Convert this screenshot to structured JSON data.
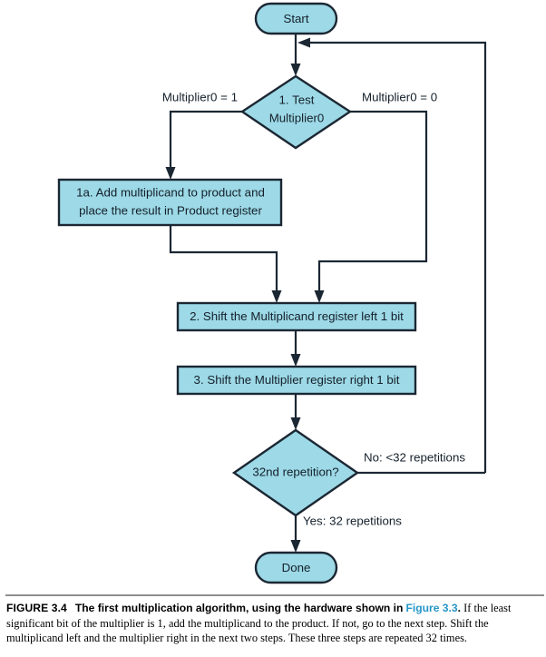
{
  "figure": {
    "id": "FIGURE 3.4",
    "headline": "The first multiplication algorithm, using the hardware shown in",
    "reference": "Figure 3.3",
    "reference_color": "#2596c8",
    "body": "If the least significant bit of the multiplier is 1, add the multiplicand to the product. If not, go to the next step. Shift the multiplicand left and the multiplier right in the next two steps. These three steps are repeated 32 times.",
    "period_after_reference": "."
  },
  "diagram": {
    "type": "flowchart",
    "fill_color": "#9dd9e6",
    "stroke_color": "#1b2733",
    "nodes": [
      {
        "key": "start",
        "shape": "terminator",
        "label": "Start"
      },
      {
        "key": "test",
        "shape": "decision",
        "label_line1": "1.  Test",
        "label_line2": "Multiplier0"
      },
      {
        "key": "add",
        "shape": "process",
        "label_line1": "1a.  Add multiplicand to product and",
        "label_line2": "place the result in Product register"
      },
      {
        "key": "shift_multiplicand",
        "shape": "process",
        "label": "2.  Shift the Multiplicand register left 1 bit"
      },
      {
        "key": "shift_multiplier",
        "shape": "process",
        "label": "3.  Shift the Multiplier register right 1 bit"
      },
      {
        "key": "repetition",
        "shape": "decision",
        "label": "32nd repetition?"
      },
      {
        "key": "done",
        "shape": "terminator",
        "label": "Done"
      }
    ],
    "edge_labels": [
      {
        "key": "branch_one",
        "text": "Multiplier0 = 1"
      },
      {
        "key": "branch_zero",
        "text": "Multiplier0 = 0"
      },
      {
        "key": "loop_no",
        "text": "No: <32 repetitions"
      },
      {
        "key": "loop_yes",
        "text": "Yes: 32 repetitions"
      }
    ]
  }
}
